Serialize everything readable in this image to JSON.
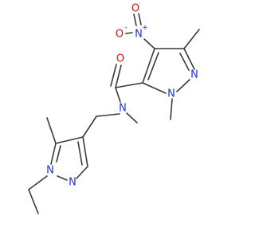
{
  "colors": {
    "carbon_bond": "#3a3a3a",
    "nitrogen": "#2030e0",
    "oxygen": "#e01010",
    "background": "#ffffff"
  },
  "atoms": {
    "nitro_o_minus": {
      "symbol": "O",
      "charge": "-",
      "element": "oxygen"
    },
    "nitro_n_plus": {
      "symbol": "N",
      "charge": "+",
      "element": "nitrogen"
    },
    "nitro_o_double": {
      "symbol": "O",
      "element": "oxygen"
    },
    "carbonyl_o": {
      "symbol": "O",
      "element": "oxygen"
    },
    "amide_n": {
      "symbol": "N",
      "element": "nitrogen"
    },
    "pyrazole1_n1": {
      "symbol": "N",
      "element": "nitrogen"
    },
    "pyrazole1_n2": {
      "symbol": "N",
      "element": "nitrogen"
    },
    "pyrazole2_n1": {
      "symbol": "N",
      "element": "nitrogen"
    },
    "pyrazole2_n2": {
      "symbol": "N",
      "element": "nitrogen"
    }
  }
}
